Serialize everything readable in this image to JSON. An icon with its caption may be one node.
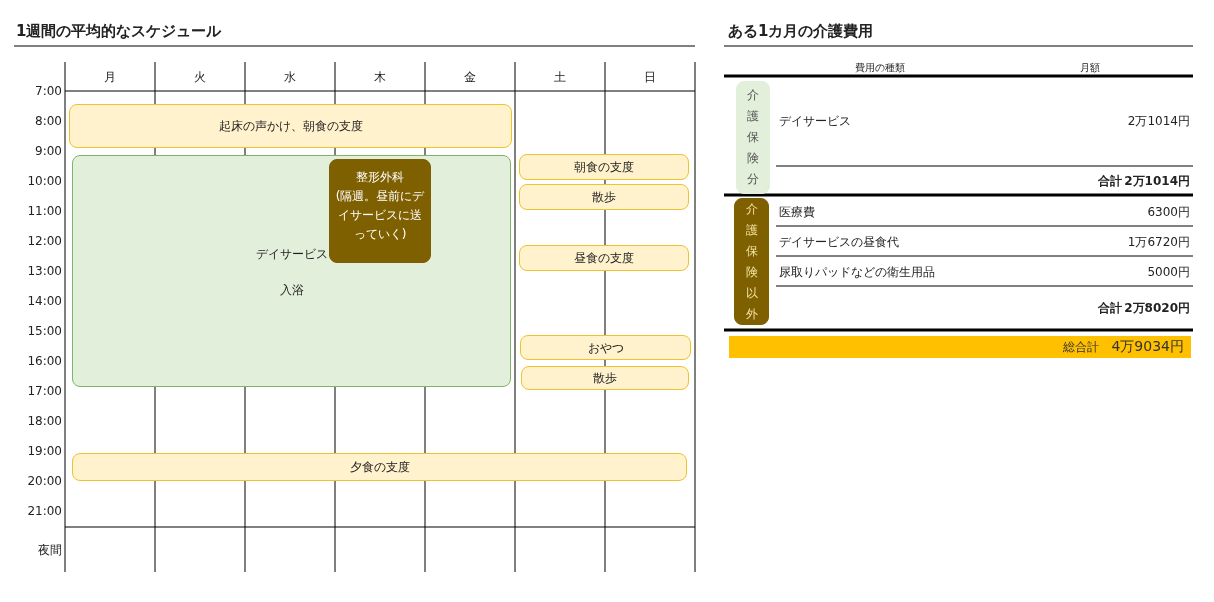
{
  "diagram": {
    "nodes": [
      {
        "text": [
          "起床の声かけ、朝食の支度"
        ]
      },
      {
        "text": [
          "デイサービス",
          "入浴"
        ]
      },
      {
        "text": [
          "整形外科",
          "(隔週。昼前にデイサービスに送っていく)"
        ],
        "in": 1
      },
      {
        "text": [
          "朝食の支度"
        ]
      },
      {
        "text": [
          "散歩"
        ]
      },
      {
        "text": [
          "昼食の支度"
        ]
      },
      {
        "text": [
          "おやつ"
        ]
      },
      {
        "text": [
          "散歩"
        ]
      },
      {
        "text": [
          "夕食の支度"
        ]
      },
      {
        "text": [
          "介護保険分"
        ]
      },
      {
        "text": [
          "介護保険以外"
        ]
      },
      {
        "text": [
          "総合計",
          "4万9034円"
        ]
      }
    ],
    "labels": [
      "1週間の平均的なスケジュール",
      "月",
      "火",
      "水",
      "木",
      "金",
      "土",
      "日",
      "7:00",
      "8:00",
      "9:00",
      "10:00",
      "11:00",
      "12:00",
      "13:00",
      "14:00",
      "15:00",
      "16:00",
      "17:00",
      "18:00",
      "19:00",
      "20:00",
      "21:00",
      "夜間",
      "ある1カ月の介護費用",
      "費用の種類",
      "月額",
      "デイサービス",
      "2万1014円",
      "合計",
      "2万1014円",
      "医療費",
      "6300円",
      "デイサービスの昼食代",
      "1万6720円",
      "尿取りパッドなどの衛生用品",
      "5000円",
      "合計",
      "2万8020円"
    ]
  }
}
